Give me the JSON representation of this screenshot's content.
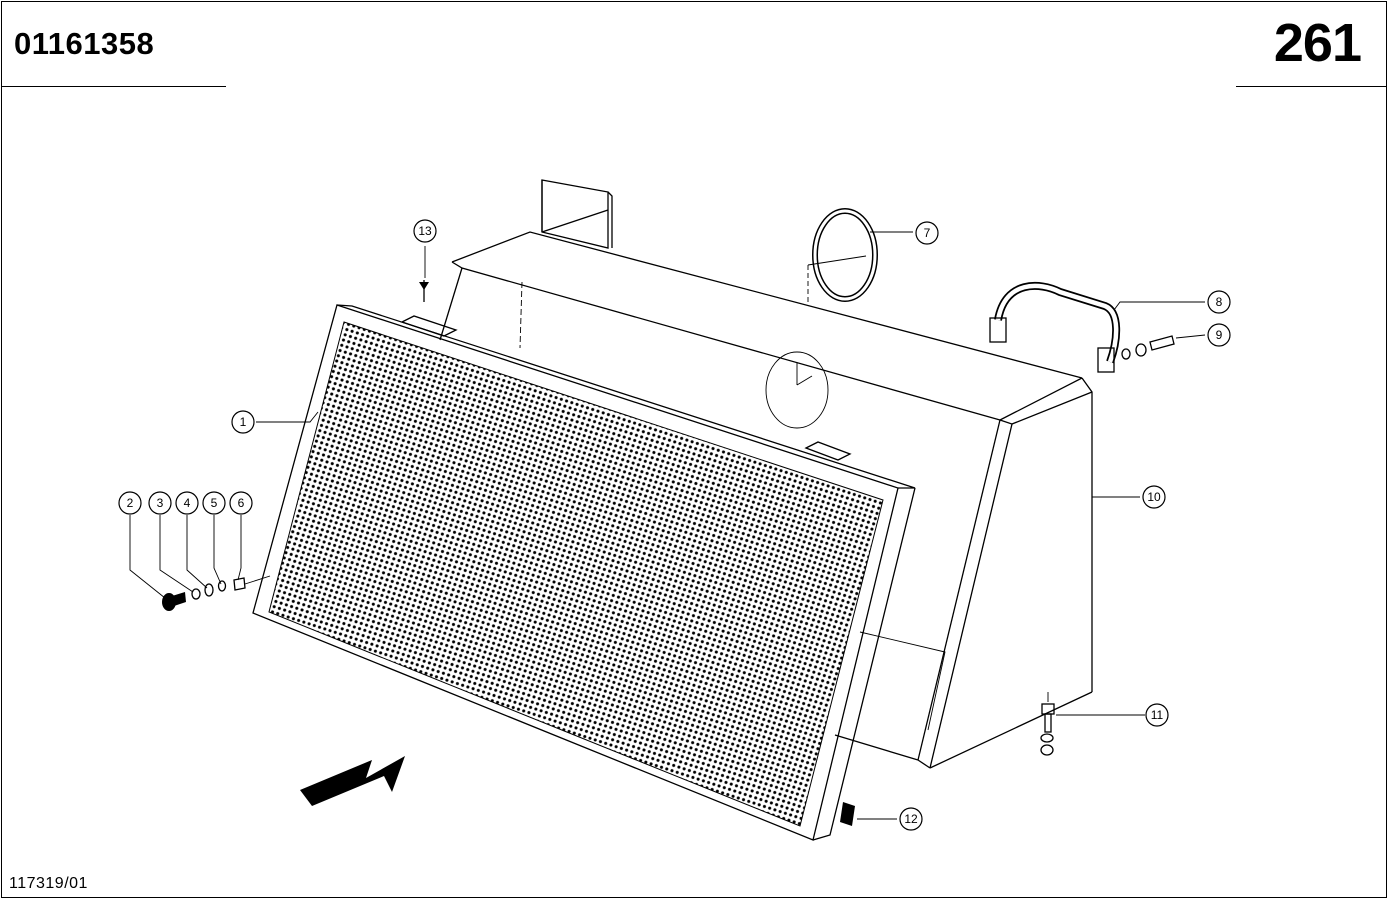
{
  "header": {
    "doc_number": "01161358",
    "page_number": "261"
  },
  "footer": {
    "drawing_ref": "117319/01"
  },
  "callouts": [
    "1",
    "2",
    "3",
    "4",
    "5",
    "6",
    "7",
    "8",
    "9",
    "10",
    "11",
    "12",
    "13"
  ],
  "icons": {
    "direction_arrow": "arrow-icon"
  }
}
